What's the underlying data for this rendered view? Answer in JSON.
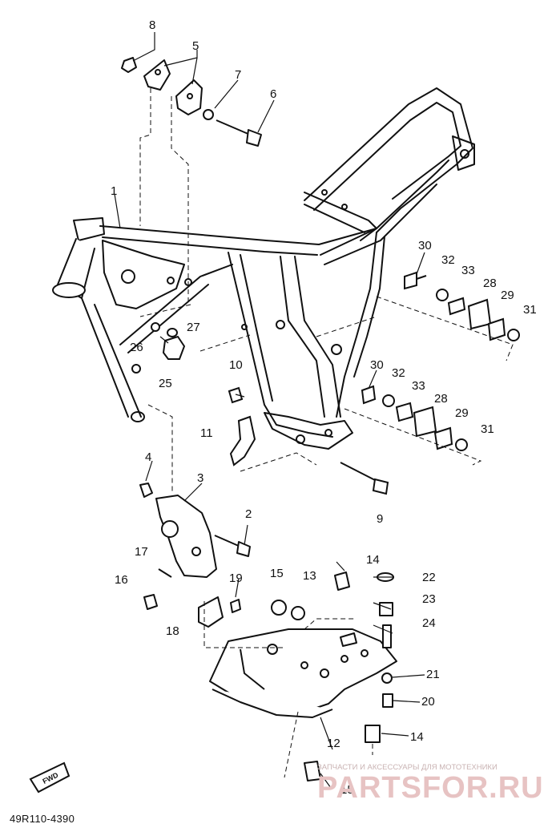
{
  "callouts": [
    {
      "n": "8"
    },
    {
      "n": "5"
    },
    {
      "n": "7"
    },
    {
      "n": "6"
    },
    {
      "n": "1"
    },
    {
      "n": "30"
    },
    {
      "n": "32"
    },
    {
      "n": "33"
    },
    {
      "n": "28"
    },
    {
      "n": "29"
    },
    {
      "n": "31"
    },
    {
      "n": "26"
    },
    {
      "n": "27"
    },
    {
      "n": "25"
    },
    {
      "n": "10"
    },
    {
      "n": "30"
    },
    {
      "n": "32"
    },
    {
      "n": "33"
    },
    {
      "n": "28"
    },
    {
      "n": "29"
    },
    {
      "n": "31"
    },
    {
      "n": "11"
    },
    {
      "n": "4"
    },
    {
      "n": "3"
    },
    {
      "n": "9"
    },
    {
      "n": "2"
    },
    {
      "n": "17"
    },
    {
      "n": "16"
    },
    {
      "n": "19"
    },
    {
      "n": "15"
    },
    {
      "n": "13"
    },
    {
      "n": "14"
    },
    {
      "n": "22"
    },
    {
      "n": "23"
    },
    {
      "n": "24"
    },
    {
      "n": "18"
    },
    {
      "n": "21"
    },
    {
      "n": "20"
    },
    {
      "n": "12"
    },
    {
      "n": "14"
    },
    {
      "n": "15"
    }
  ],
  "fwd_label": "FWD",
  "diagram_code": "49R110-4390",
  "watermark": {
    "top_text": "ЗАПЧАСТИ И АКСЕССУАРЫ ДЛЯ МОТОТЕХНИКИ",
    "site": "PARTSFOR.RU"
  }
}
